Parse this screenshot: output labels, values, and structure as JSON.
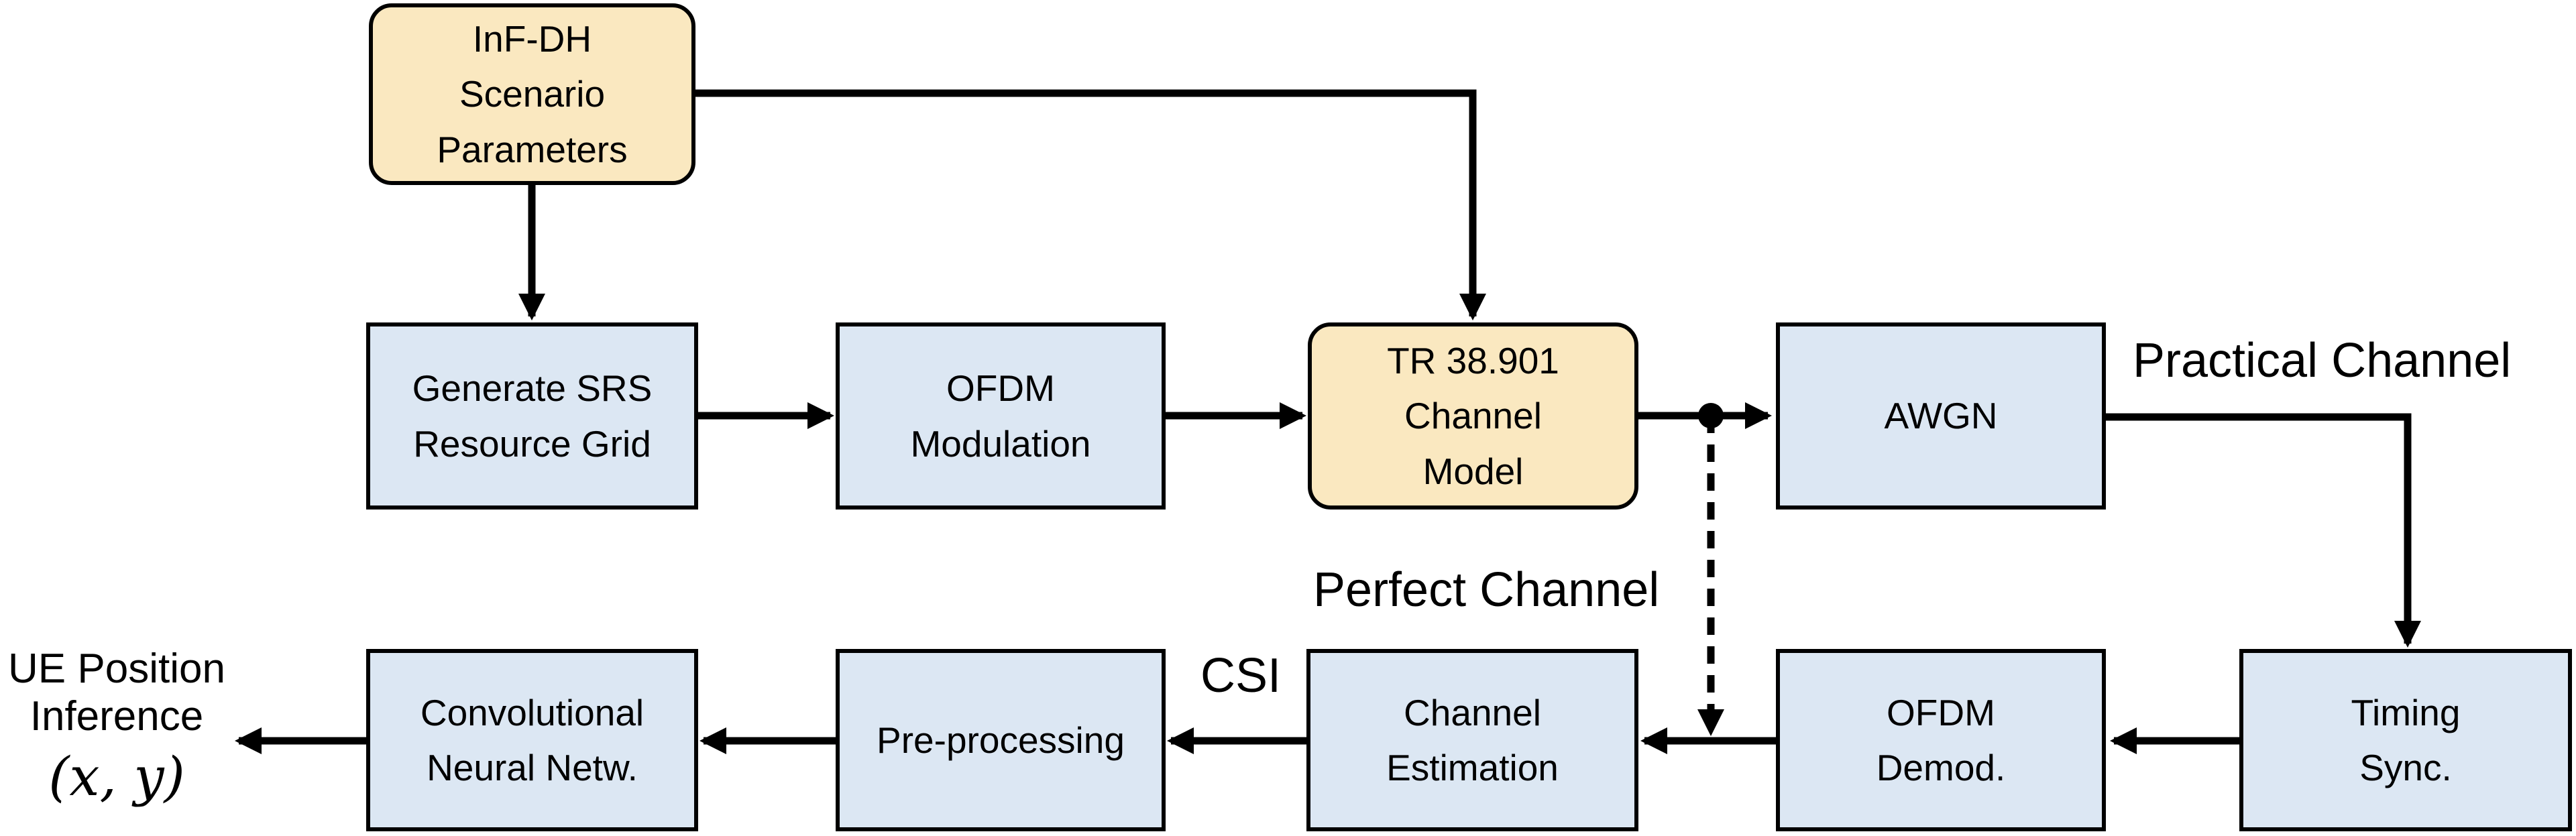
{
  "diagram": {
    "nodes": [
      {
        "id": "inf-dh-scenario-parameters",
        "label": "InF-DH\nScenario\nParameters",
        "kind": "parameter"
      },
      {
        "id": "generate-srs-resource-grid",
        "label": "Generate SRS\nResource Grid",
        "kind": "process"
      },
      {
        "id": "ofdm-modulation",
        "label": "OFDM\nModulation",
        "kind": "process"
      },
      {
        "id": "tr-38-901-channel-model",
        "label": "TR 38.901\nChannel\nModel",
        "kind": "parameter"
      },
      {
        "id": "awgn",
        "label": "AWGN",
        "kind": "process"
      },
      {
        "id": "timing-sync",
        "label": "Timing\nSync.",
        "kind": "process"
      },
      {
        "id": "ofdm-demod",
        "label": "OFDM\nDemod.",
        "kind": "process"
      },
      {
        "id": "channel-estimation",
        "label": "Channel\nEstimation",
        "kind": "process"
      },
      {
        "id": "pre-processing",
        "label": "Pre-processing",
        "kind": "process"
      },
      {
        "id": "convolutional-neural-netw",
        "label": "Convolutional\nNeural Netw.",
        "kind": "process"
      }
    ],
    "edge_labels": {
      "practical_channel": "Practical Channel",
      "perfect_channel": "Perfect Channel",
      "csi": "CSI"
    },
    "output": {
      "line1": "UE Position",
      "line2": "Inference",
      "math": "(x, y)"
    },
    "colors": {
      "parameter_fill": "#FAE8C0",
      "process_fill": "#DCE7F3",
      "stroke": "#000000",
      "background": "#FFFFFF"
    }
  }
}
